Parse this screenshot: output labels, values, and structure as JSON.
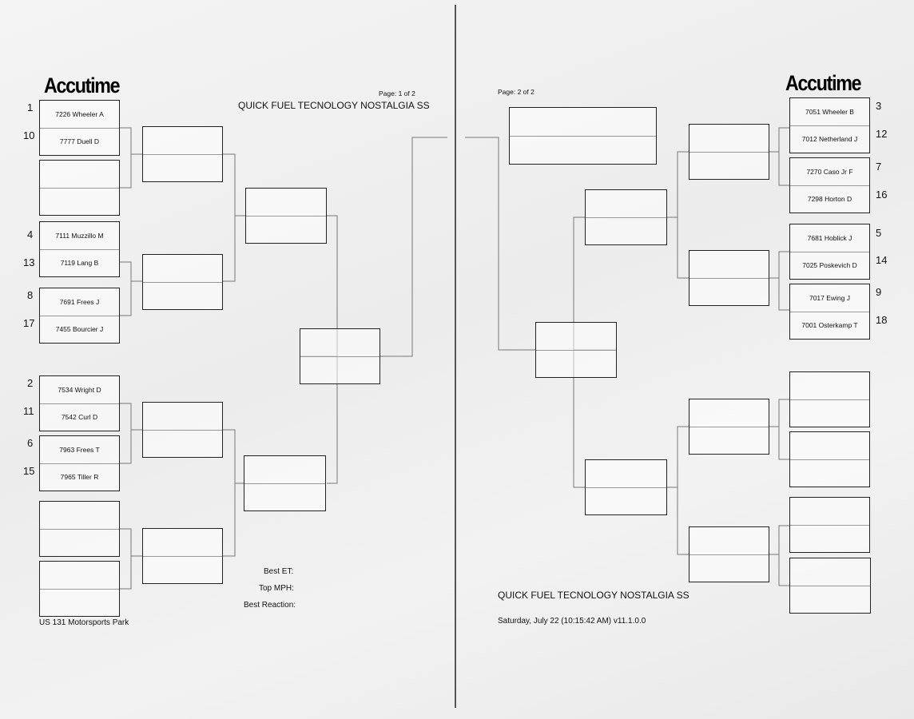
{
  "brand": "Accutime",
  "event_title": "QUICK FUEL TECNOLOGY NOSTALGIA SS",
  "page1_label": "Page: 1 of 2",
  "page2_label": "Page: 2 of 2",
  "track": "US 131 Motorsports Park",
  "datestamp": "Saturday, July 22 (10:15:42 AM) v11.1.0.0",
  "stats": {
    "best_et": "Best ET:",
    "top_mph": "Top MPH:",
    "best_reaction": "Best Reaction:"
  },
  "left_first_round": [
    {
      "seed": "1",
      "car": "7226 Wheeler A"
    },
    {
      "seed": "10",
      "car": "7777 Duell D"
    },
    {
      "seed": "",
      "car": ""
    },
    {
      "seed": "",
      "car": ""
    },
    {
      "seed": "4",
      "car": "7111 Muzzillo M"
    },
    {
      "seed": "13",
      "car": "7119 Lang B"
    },
    {
      "seed": "8",
      "car": "7691 Frees J"
    },
    {
      "seed": "17",
      "car": "7455 Bourcier J"
    },
    {
      "seed": "2",
      "car": "7534 Wright D"
    },
    {
      "seed": "11",
      "car": "7542 Curl D"
    },
    {
      "seed": "6",
      "car": "7963 Frees T"
    },
    {
      "seed": "15",
      "car": "7965 Tiller R"
    },
    {
      "seed": "",
      "car": ""
    },
    {
      "seed": "",
      "car": ""
    },
    {
      "seed": "",
      "car": ""
    },
    {
      "seed": "",
      "car": ""
    }
  ],
  "right_first_round": [
    {
      "seed": "3",
      "car": "7051 Wheeler B"
    },
    {
      "seed": "12",
      "car": "7012 Netherland J"
    },
    {
      "seed": "7",
      "car": "7270 Caso Jr F"
    },
    {
      "seed": "16",
      "car": "7298 Horton D"
    },
    {
      "seed": "5",
      "car": "7681 Hoblick J"
    },
    {
      "seed": "14",
      "car": "7025 Poskevich D"
    },
    {
      "seed": "9",
      "car": "7017 Ewing J"
    },
    {
      "seed": "18",
      "car": "7001 Osterkamp T"
    },
    {
      "seed": "",
      "car": ""
    },
    {
      "seed": "",
      "car": ""
    },
    {
      "seed": "",
      "car": ""
    },
    {
      "seed": "",
      "car": ""
    },
    {
      "seed": "",
      "car": ""
    },
    {
      "seed": "",
      "car": ""
    },
    {
      "seed": "",
      "car": ""
    },
    {
      "seed": "",
      "car": ""
    }
  ]
}
